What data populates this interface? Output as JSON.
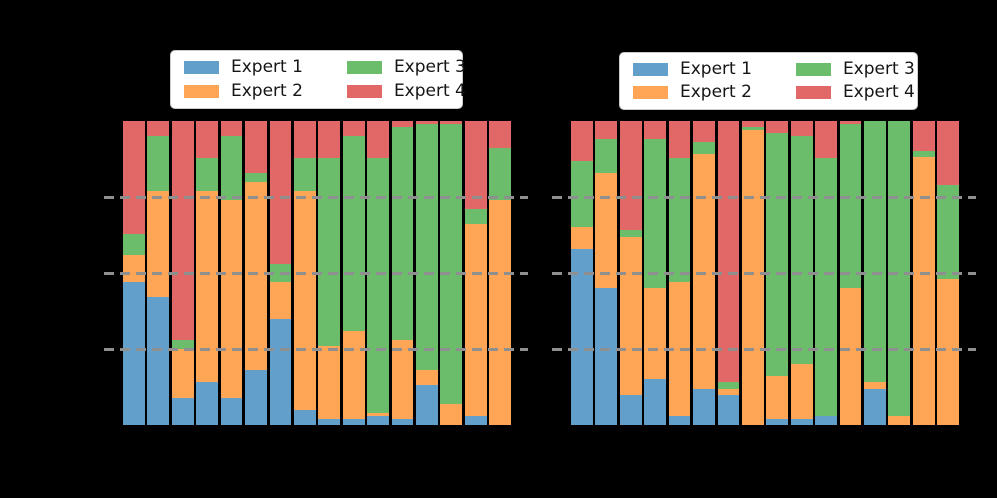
{
  "figure": {
    "background": "#000000",
    "note_visible_text": "Only legend text is visible; axis/tick/title text is not rendered in the pixels."
  },
  "palette": {
    "expert1_blue": "#629fca",
    "expert2_orange": "#ffa556",
    "expert3_green": "#6bbc6b",
    "expert4_red": "#e26767",
    "gridline_gray": "#8f8f8f",
    "legend_background": "#ffffff",
    "legend_border": "#cccccc"
  },
  "chart_data": [
    {
      "id": "left-chart",
      "type": "bar",
      "stacked": true,
      "n_bars": 16,
      "ylim": [
        0,
        1
      ],
      "gridlines": [
        0.25,
        0.5,
        0.75
      ],
      "gridline_style": "dashed",
      "gridline_color": "#8f8f8f",
      "grid_on_top_of_bars": true,
      "legend_position": "upper center",
      "legend_columns": 2,
      "series": [
        {
          "name": "Expert 1",
          "color": "#629fca",
          "values": [
            0.47,
            0.42,
            0.09,
            0.14,
            0.09,
            0.18,
            0.35,
            0.05,
            0.02,
            0.02,
            0.03,
            0.02,
            0.13,
            0.0,
            0.03,
            0.0
          ]
        },
        {
          "name": "Expert 2",
          "color": "#ffa556",
          "values": [
            0.09,
            0.35,
            0.16,
            0.63,
            0.65,
            0.62,
            0.12,
            0.72,
            0.24,
            0.29,
            0.01,
            0.26,
            0.05,
            0.07,
            0.63,
            0.74
          ]
        },
        {
          "name": "Expert 3",
          "color": "#6bbc6b",
          "values": [
            0.07,
            0.18,
            0.03,
            0.11,
            0.21,
            0.03,
            0.06,
            0.11,
            0.62,
            0.64,
            0.84,
            0.7,
            0.81,
            0.92,
            0.05,
            0.17
          ]
        },
        {
          "name": "Expert 4",
          "color": "#e26767",
          "values": [
            0.37,
            0.05,
            0.72,
            0.12,
            0.05,
            0.17,
            0.47,
            0.12,
            0.12,
            0.05,
            0.12,
            0.02,
            0.01,
            0.01,
            0.29,
            0.09
          ]
        }
      ]
    },
    {
      "id": "right-chart",
      "type": "bar",
      "stacked": true,
      "n_bars": 16,
      "ylim": [
        0,
        1
      ],
      "gridlines": [
        0.25,
        0.5,
        0.75
      ],
      "gridline_style": "dashed",
      "gridline_color": "#8f8f8f",
      "grid_on_top_of_bars": true,
      "legend_position": "upper center",
      "legend_columns": 2,
      "series": [
        {
          "name": "Expert 1",
          "color": "#629fca",
          "values": [
            0.58,
            0.45,
            0.1,
            0.15,
            0.03,
            0.12,
            0.1,
            0.0,
            0.02,
            0.02,
            0.03,
            0.0,
            0.12,
            0.0,
            0.0,
            0.0
          ]
        },
        {
          "name": "Expert 2",
          "color": "#ffa556",
          "values": [
            0.07,
            0.38,
            0.52,
            0.3,
            0.44,
            0.77,
            0.02,
            0.97,
            0.14,
            0.18,
            0.0,
            0.45,
            0.02,
            0.03,
            0.88,
            0.48
          ]
        },
        {
          "name": "Expert 3",
          "color": "#6bbc6b",
          "values": [
            0.22,
            0.11,
            0.02,
            0.49,
            0.41,
            0.04,
            0.02,
            0.01,
            0.8,
            0.75,
            0.85,
            0.54,
            0.86,
            0.97,
            0.02,
            0.31
          ]
        },
        {
          "name": "Expert 4",
          "color": "#e26767",
          "values": [
            0.13,
            0.06,
            0.36,
            0.06,
            0.12,
            0.07,
            0.86,
            0.02,
            0.04,
            0.05,
            0.12,
            0.01,
            0.0,
            0.0,
            0.1,
            0.21
          ]
        }
      ]
    }
  ]
}
